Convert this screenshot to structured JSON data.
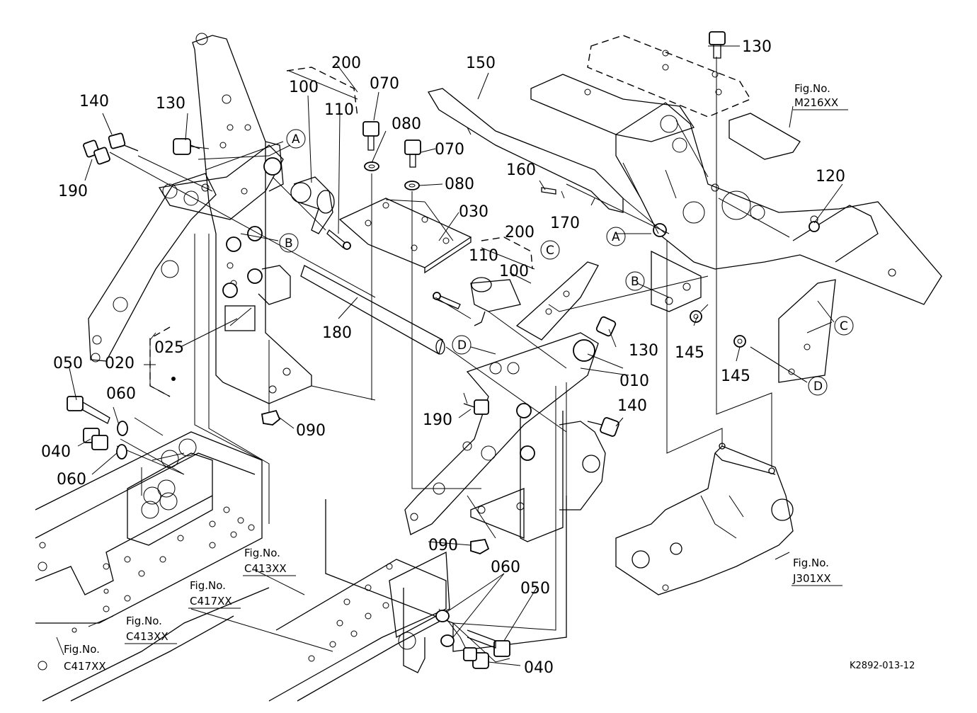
{
  "drawing_code": "K2892-013-12",
  "callouts": [
    {
      "id": "c-200-a",
      "text": "200"
    },
    {
      "id": "c-100-a",
      "text": "100"
    },
    {
      "id": "c-110-a",
      "text": "110"
    },
    {
      "id": "c-070-a",
      "text": "070"
    },
    {
      "id": "c-080-a",
      "text": "080"
    },
    {
      "id": "c-070-b",
      "text": "070"
    },
    {
      "id": "c-080-b",
      "text": "080"
    },
    {
      "id": "c-030",
      "text": "030"
    },
    {
      "id": "c-150",
      "text": "150"
    },
    {
      "id": "c-130-a",
      "text": "130"
    },
    {
      "id": "c-130-b",
      "text": "130"
    },
    {
      "id": "c-140-a",
      "text": "140"
    },
    {
      "id": "c-190-a",
      "text": "190"
    },
    {
      "id": "c-160",
      "text": "160"
    },
    {
      "id": "c-170",
      "text": "170"
    },
    {
      "id": "c-120",
      "text": "120"
    },
    {
      "id": "c-200-b",
      "text": "200"
    },
    {
      "id": "c-110-b",
      "text": "110"
    },
    {
      "id": "c-100-b",
      "text": "100"
    },
    {
      "id": "c-180",
      "text": "180"
    },
    {
      "id": "c-025",
      "text": "025"
    },
    {
      "id": "c-020",
      "text": "020"
    },
    {
      "id": "c-050-a",
      "text": "050"
    },
    {
      "id": "c-060-a",
      "text": "060"
    },
    {
      "id": "c-040-a",
      "text": "040"
    },
    {
      "id": "c-060-b",
      "text": "060"
    },
    {
      "id": "c-090-a",
      "text": "090"
    },
    {
      "id": "c-130-c",
      "text": "130"
    },
    {
      "id": "c-010",
      "text": "010"
    },
    {
      "id": "c-190-b",
      "text": "190"
    },
    {
      "id": "c-140-b",
      "text": "140"
    },
    {
      "id": "c-145-a",
      "text": "145"
    },
    {
      "id": "c-145-b",
      "text": "145"
    },
    {
      "id": "c-090-b",
      "text": "090"
    },
    {
      "id": "c-060-c",
      "text": "060"
    },
    {
      "id": "c-050-b",
      "text": "050"
    },
    {
      "id": "c-040-b",
      "text": "040"
    }
  ],
  "ref_letters": [
    {
      "id": "r-a1",
      "text": "A"
    },
    {
      "id": "r-b1",
      "text": "B"
    },
    {
      "id": "r-c1",
      "text": "C"
    },
    {
      "id": "r-d1",
      "text": "D"
    },
    {
      "id": "r-a2",
      "text": "A"
    },
    {
      "id": "r-b2",
      "text": "B"
    },
    {
      "id": "r-c2",
      "text": "C"
    },
    {
      "id": "r-d2",
      "text": "D"
    }
  ],
  "fig_refs": [
    {
      "id": "f-m216",
      "label": "Fig.No.",
      "code": "M216XX"
    },
    {
      "id": "f-j301",
      "label": "Fig.No.",
      "code": "J301XX"
    },
    {
      "id": "f-c413-a",
      "label": "Fig.No.",
      "code": "C413XX"
    },
    {
      "id": "f-c417-a",
      "label": "Fig.No.",
      "code": "C417XX"
    },
    {
      "id": "f-c413-b",
      "label": "Fig.No.",
      "code": "C413XX"
    },
    {
      "id": "f-c417-b",
      "label": "Fig.No.",
      "code": "C417XX"
    }
  ]
}
